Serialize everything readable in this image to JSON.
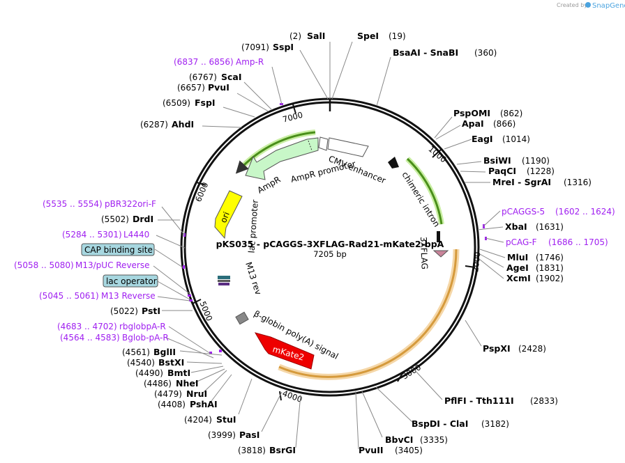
{
  "credit": {
    "prefix": "Created by",
    "brand": "SnapGene"
  },
  "plasmid": {
    "name": "pKS035 - pCAGGS-3XFLAG-Rad21-mKate2-bpA",
    "length": "7205 bp"
  },
  "ticks": [
    "1000",
    "2000",
    "3000",
    "4000",
    "5000",
    "6000",
    "7000"
  ],
  "sites": [
    {
      "name": "SalI",
      "pos": "(2)"
    },
    {
      "name": "SpeI",
      "pos": "(19)"
    },
    {
      "name": "SspI",
      "pos": "(7091)"
    },
    {
      "name": "BsaAI - SnaBI",
      "pos": "(360)"
    },
    {
      "name": "ScaI",
      "pos": "(6767)"
    },
    {
      "name": "PvuI",
      "pos": "(6657)"
    },
    {
      "name": "FspI",
      "pos": "(6509)"
    },
    {
      "name": "AhdI",
      "pos": "(6287)"
    },
    {
      "name": "PspOMI",
      "pos": "(862)"
    },
    {
      "name": "ApaI",
      "pos": "(866)"
    },
    {
      "name": "EagI",
      "pos": "(1014)"
    },
    {
      "name": "BsiWI",
      "pos": "(1190)"
    },
    {
      "name": "PaqCI",
      "pos": "(1228)"
    },
    {
      "name": "MreI - SgrAI",
      "pos": "(1316)"
    },
    {
      "name": "DrdI",
      "pos": "(5502)"
    },
    {
      "name": "XbaI",
      "pos": "(1631)"
    },
    {
      "name": "MluI",
      "pos": "(1746)"
    },
    {
      "name": "AgeI",
      "pos": "(1831)"
    },
    {
      "name": "XcmI",
      "pos": "(1902)"
    },
    {
      "name": "PstI",
      "pos": "(5022)"
    },
    {
      "name": "PspXI",
      "pos": "(2428)"
    },
    {
      "name": "BglII",
      "pos": "(4561)"
    },
    {
      "name": "BstXI",
      "pos": "(4540)"
    },
    {
      "name": "BmtI",
      "pos": "(4490)"
    },
    {
      "name": "NheI",
      "pos": "(4486)"
    },
    {
      "name": "NruI",
      "pos": "(4479)"
    },
    {
      "name": "PshAI",
      "pos": "(4408)"
    },
    {
      "name": "PflFI - Tth111I",
      "pos": "(2833)"
    },
    {
      "name": "StuI",
      "pos": "(4204)"
    },
    {
      "name": "BspDI - ClaI",
      "pos": "(3182)"
    },
    {
      "name": "PasI",
      "pos": "(3999)"
    },
    {
      "name": "BbvCI",
      "pos": "(3335)"
    },
    {
      "name": "BsrGI",
      "pos": "(3818)"
    },
    {
      "name": "PvuII",
      "pos": "(3405)"
    }
  ],
  "primers": [
    {
      "name": "Amp-R",
      "range": "(6837 .. 6856)"
    },
    {
      "name": "pCAGGS-5",
      "range": "(1602 .. 1624)"
    },
    {
      "name": "pBR322ori-F",
      "range": "(5535 .. 5554)"
    },
    {
      "name": "pCAG-F",
      "range": "(1686 .. 1705)"
    },
    {
      "name": "L4440",
      "range": "(5284 .. 5301)"
    },
    {
      "name": "M13/pUC Reverse",
      "range": "(5058 .. 5080)"
    },
    {
      "name": "M13 Reverse",
      "range": "(5045 .. 5061)"
    },
    {
      "name": "rbglobpA-R",
      "range": "(4683 .. 4702)"
    },
    {
      "name": "Bglob-pA-R",
      "range": "(4564 .. 4583)"
    }
  ],
  "boxed_features": [
    "CAP binding site",
    "lac operator"
  ],
  "features": {
    "cmv": "CMV enhancer",
    "chimeric": "chimeric intron",
    "ampr": "AmpR",
    "ampr_promoter": "AmpR promoter",
    "ori": "ori",
    "lac_promoter": "lac promoter",
    "m13rev": "M13 rev",
    "flag": "3XFLAG",
    "globin": "β-globin poly(A) signal",
    "mkate": "mKate2"
  },
  "colors": {
    "ampr": "#c8f7c8",
    "ori": "#ffff00",
    "mkate": "#ee0000",
    "primer": "#a020f0",
    "rad21_arc": "#f2c27e",
    "box": "#a7d7e0"
  }
}
